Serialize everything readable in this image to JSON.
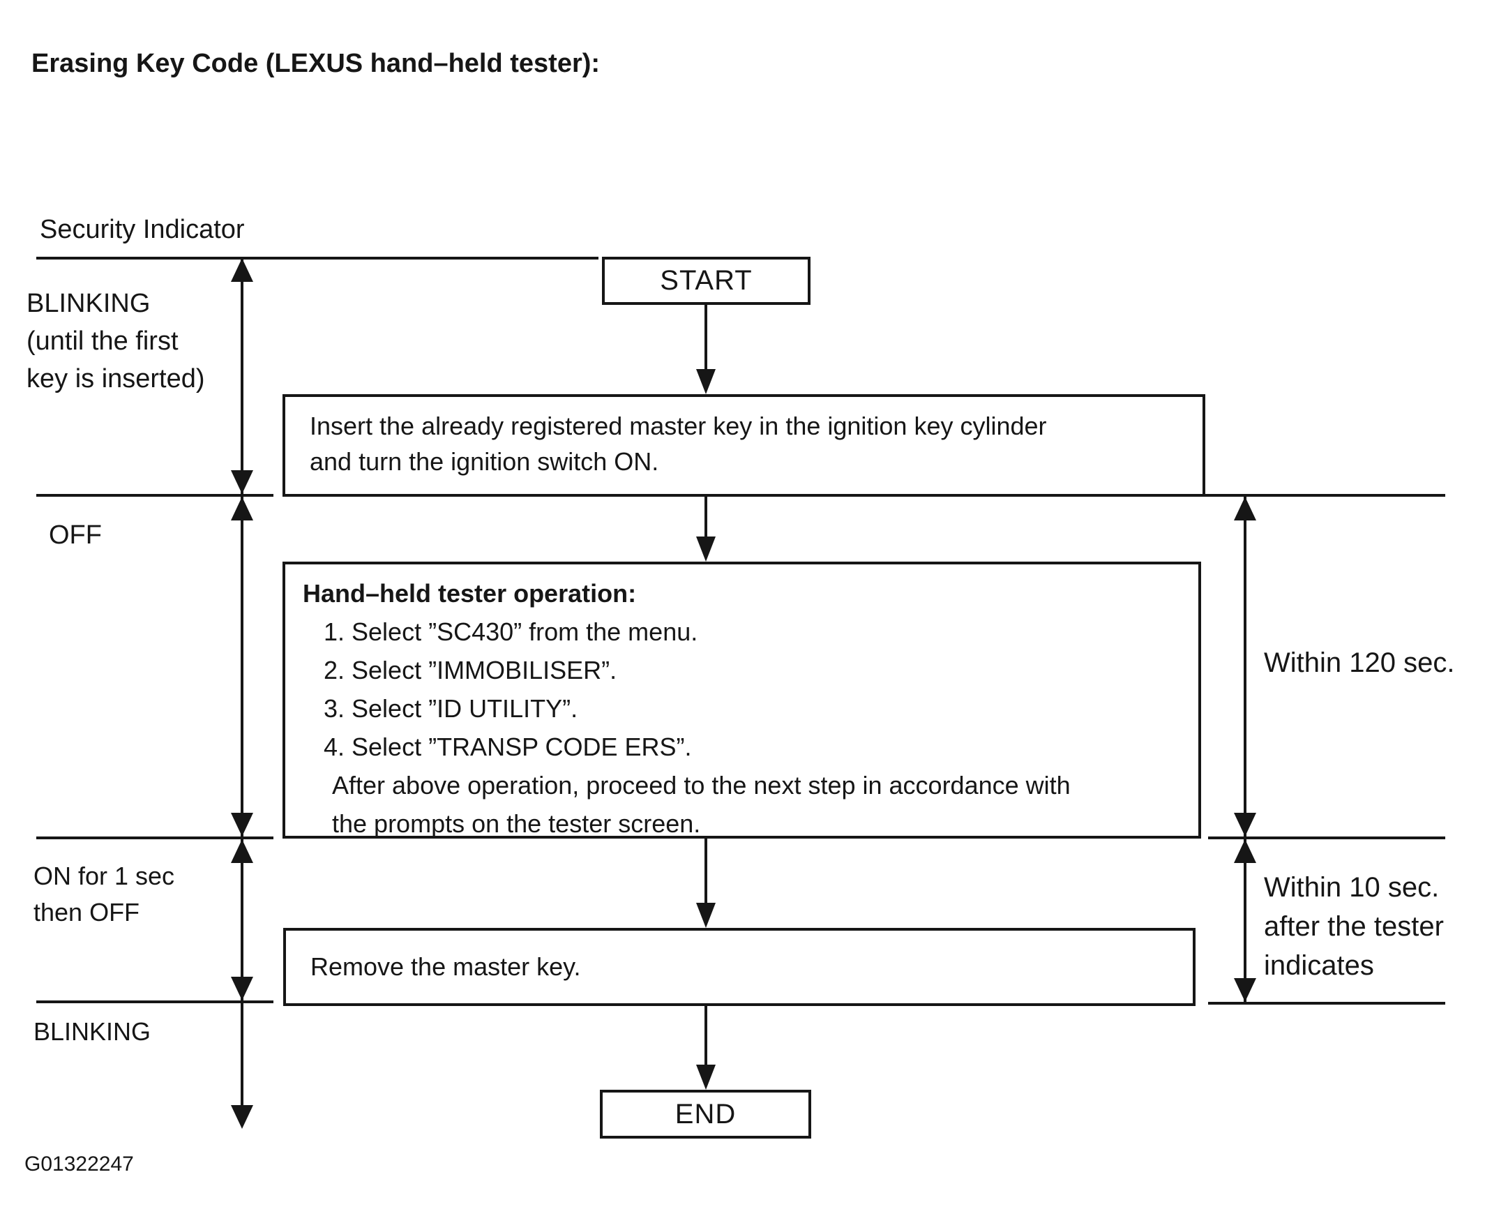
{
  "title": "Erasing Key Code (LEXUS hand–held tester):",
  "security_indicator": {
    "label": "Security Indicator",
    "state_blinking_initial_lines": [
      "BLINKING",
      "(until the first",
      "key is inserted)"
    ],
    "state_off": "OFF",
    "state_on_lines": [
      "ON for 1 sec",
      "then OFF"
    ],
    "state_blinking_final": "BLINKING"
  },
  "flow": {
    "start_label": "START",
    "insert_step_lines": [
      "Insert the already registered master key in the ignition key cylinder",
      "and turn the ignition switch ON."
    ],
    "tester_step": {
      "heading": "Hand–held tester operation:",
      "items": [
        "1. Select ”SC430” from the menu.",
        "2. Select ”IMMOBILISER”.",
        "3. Select ”ID UTILITY”.",
        "4. Select ”TRANSP CODE ERS”."
      ],
      "note_lines": [
        "After above operation, proceed to the next step in accordance with",
        "the prompts on the tester screen."
      ]
    },
    "remove_step": "Remove the master key.",
    "end_label": "END"
  },
  "durations": {
    "within_120": "Within 120 sec.",
    "within_10_lines": [
      "Within 10 sec.",
      "after the tester",
      "indicates"
    ]
  },
  "figure_code": "G01322247",
  "colors": {
    "ink": "#161616",
    "background": "#ffffff"
  }
}
